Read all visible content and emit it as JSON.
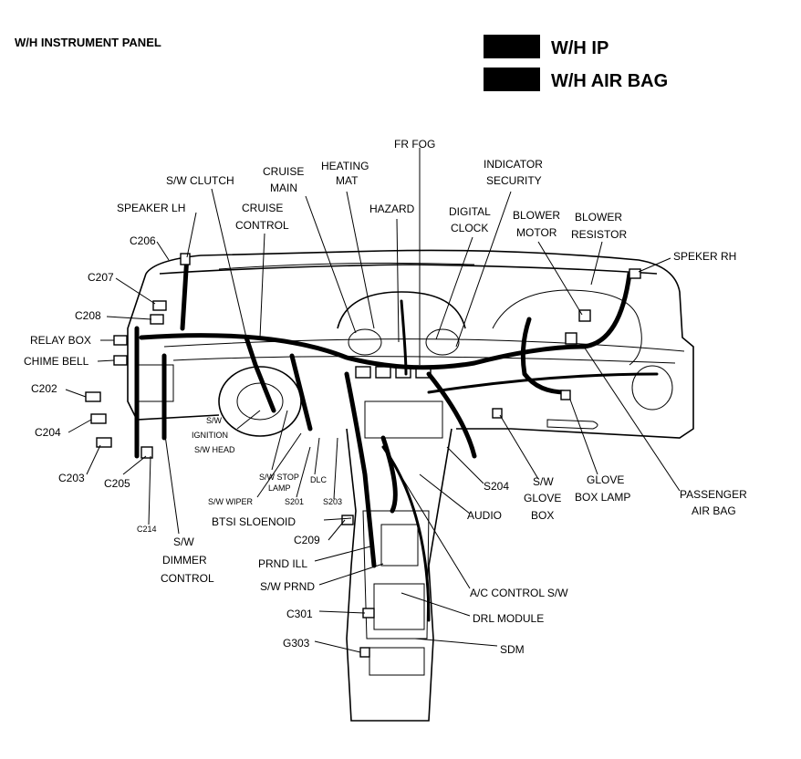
{
  "title": "W/H INSTRUMENT PANEL",
  "legend": [
    {
      "label": "W/H IP",
      "swatch": "#000000"
    },
    {
      "label": "W/H AIR BAG",
      "swatch": "#000000"
    }
  ],
  "labels": {
    "fr_fog": "FR FOG",
    "indicator": "INDICATOR",
    "security": "SECURITY",
    "heating": "HEATING",
    "mat": "MAT",
    "cruise_main_1": "CRUISE",
    "cruise_main_2": "MAIN",
    "sw_clutch": "S/W CLUTCH",
    "hazard": "HAZARD",
    "digital": "DIGITAL",
    "clock": "CLOCK",
    "blower_motor_1": "BLOWER",
    "blower_motor_2": "MOTOR",
    "blower_resistor_1": "BLOWER",
    "blower_resistor_2": "RESISTOR",
    "speaker_lh": "SPEAKER LH",
    "cruise_control_1": "CRUISE",
    "cruise_control_2": "CONTROL",
    "speaker_rh": "SPEKER RH",
    "c206": "C206",
    "c207": "C207",
    "c208": "C208",
    "relay_box": "RELAY BOX",
    "chime_bell": "CHIME BELL",
    "c202": "C202",
    "c204": "C204",
    "c203": "C203",
    "c205": "C205",
    "c214": "C214",
    "sw_ignition_1": "S/W",
    "sw_ignition_2": "IGNITION",
    "sw_ignition_3": "S/W HEAD",
    "sw_stop_lamp_1": "S/W STOP",
    "sw_stop_lamp_2": "LAMP",
    "dlc": "DLC",
    "s201": "S201",
    "s203": "S203",
    "sw_wiper": "S/W WIPER",
    "btsi": "BTSI SLOENOID",
    "sw_dimmer_1": "S/W",
    "sw_dimmer_2": "DIMMER",
    "sw_dimmer_3": "CONTROL",
    "c209": "C209",
    "prnd_ill": "PRND ILL",
    "sw_prnd": "S/W PRND",
    "c301": "C301",
    "g303": "G303",
    "s204": "S204",
    "audio": "AUDIO",
    "sw_glove_1": "S/W",
    "sw_glove_2": "GLOVE",
    "sw_glove_3": "BOX",
    "glove_lamp_1": "GLOVE",
    "glove_lamp_2": "BOX LAMP",
    "passenger_1": "PASSENGER",
    "passenger_2": "AIR BAG",
    "ac_control": "A/C CONTROL S/W",
    "drl_module": "DRL MODULE",
    "sdm": "SDM"
  }
}
